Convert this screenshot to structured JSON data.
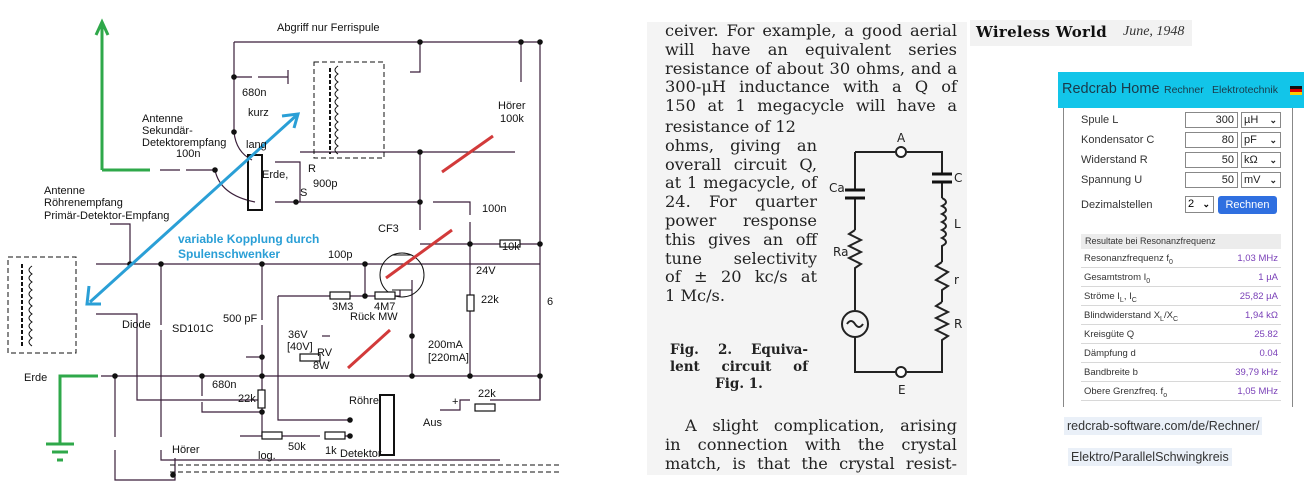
{
  "schematic": {
    "labels": {
      "abgriff": "Abgriff   nur Ferrispule",
      "c680_top": "680n",
      "kurz": "kurz",
      "lang": "lang",
      "antenne_sek1": "Antenne",
      "antenne_sek2": "Sekundär-",
      "antenne_sek3": "Detektorempfang",
      "c100n_ant": "100n",
      "erde_switch": "Erde,",
      "r_label": "R",
      "s_label": "S",
      "c900p": "900p",
      "hoerer_top": "Hörer",
      "r100k": "100k",
      "antenne_roe1": "Antenne",
      "antenne_roe2": "Röhrenempfang",
      "primaer": "Primär-Detektor-Empfang",
      "cf3": "CF3",
      "c100n_tube": "100n",
      "r10k": "10k",
      "v24": "24V",
      "coupling1": "variable Kopplung durch",
      "coupling2": "Spulenschwenker",
      "c100p": "100p",
      "r3m3": "3M3",
      "r4m7": "4M7",
      "rueck": "Rück MW",
      "diode": "Diode",
      "sd101c": "SD101C",
      "c500pf": "500 pF",
      "v36": "36V",
      "v40": "[40V]",
      "rv": "RV",
      "w8": "8W",
      "ma200": "200mA",
      "ma220": "[220mA]",
      "r22k_right": "22k",
      "c6": "6",
      "erde": "Erde",
      "c680_low": "680n",
      "r22k_left": "22k",
      "roehre": "Röhre",
      "r22k_aus": "22k",
      "plus": "+",
      "aus": "Aus",
      "hoerer_bottom": "Hörer",
      "r50k": "50k",
      "log": "log.",
      "r1k": "1k",
      "detektor": "Detektor"
    },
    "colors": {
      "wire": "#3a1f3a",
      "green": "#2fa84a",
      "blue": "#2a9fd6",
      "red": "#d23a3a"
    }
  },
  "scan": {
    "header_title": "Wireless World",
    "header_date": "June, 1948",
    "para1_full": [
      "ceiver.  For example, a good aerial",
      "will have an equivalent series",
      "resistance of about 30 ohms, and a",
      "300-μH inductance with a Q of",
      "150 at 1 megacycle will have a"
    ],
    "para1_narrow": [
      "resistance of 12",
      "ohms, giving an",
      "overall circuit Q,",
      "at 1 megacycle, of",
      "24.  For quarter",
      "power response",
      "this gives an off",
      "tune selectivity",
      "of ± 20 kc/s at",
      "1 Mc/s."
    ],
    "figure_caption": [
      "Fig. 2.  Equiva-",
      "lent circuit of",
      "Fig. 1."
    ],
    "figure_labels": {
      "a": "A",
      "e": "E",
      "ca": "Ca",
      "ra": "Ra",
      "c": "C",
      "l": "L",
      "r_small": "r",
      "r_big": "R"
    },
    "para2": [
      "A slight complication, arising",
      "in connection with the crystal",
      "match, is that the crystal resist-"
    ]
  },
  "calculator": {
    "nav": {
      "home": "Redcrab Home",
      "rechner": "Rechner",
      "elektrotechnik": "Elektrotechnik",
      "brand_color": "#12c5e9"
    },
    "fields": [
      {
        "label": "Spule L",
        "value": "300",
        "unit": "µH"
      },
      {
        "label": "Kondensator C",
        "value": "80",
        "unit": "pF"
      },
      {
        "label": "Widerstand R",
        "value": "50",
        "unit": "kΩ"
      },
      {
        "label": "Spannung U",
        "value": "50",
        "unit": "mV"
      }
    ],
    "decimals_label": "Dezimalstellen",
    "decimals_value": "2",
    "compute_button": "Rechnen",
    "results_header": "Resultate bei Resonanzfrequenz",
    "results": [
      {
        "label": "Resonanzfrequenz f",
        "sub": "0",
        "value": "1,03 MHz"
      },
      {
        "label": "Gesamtstrom I",
        "sub": "0",
        "value": "1 µA"
      },
      {
        "label": "Ströme I",
        "sub": "L",
        "label2": ", I",
        "sub2": "C",
        "value": "25,82 µA"
      },
      {
        "label": "Blindwiderstand X",
        "sub": "L",
        "label2": "/X",
        "sub2": "C",
        "value": "1,94 kΩ"
      },
      {
        "label": "Kreisgüte Q",
        "value": "25.82"
      },
      {
        "label": "Dämpfung d",
        "value": "0.04"
      },
      {
        "label": "Bandbreite b",
        "value": "39,79 kHz"
      },
      {
        "label": "Obere Grenzfreq. f",
        "sub": "o",
        "value": "1,05 MHz"
      }
    ],
    "url_line1": "redcrab-software.com/de/Rechner/",
    "url_line2": "Elektro/ParallelSchwingkreis"
  }
}
